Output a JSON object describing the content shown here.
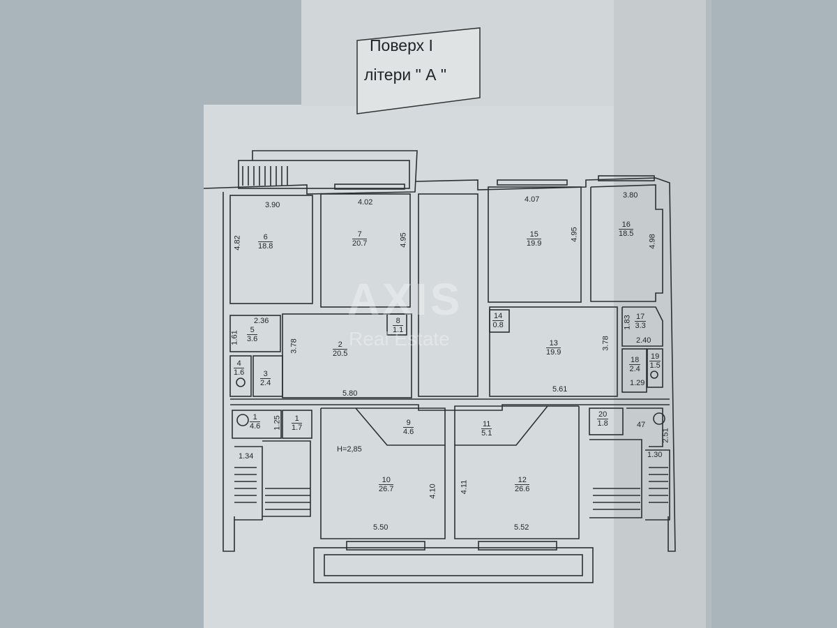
{
  "title": {
    "line1": "Поверх   I",
    "line2": "літери \" А  \""
  },
  "watermark": {
    "brand": "AXIS",
    "sub": "Real Estate"
  },
  "ceiling_height": "H=2,85",
  "rooms": [
    {
      "number": "6",
      "area": "18.8"
    },
    {
      "number": "7",
      "area": "20.7"
    },
    {
      "number": "15",
      "area": "19.9"
    },
    {
      "number": "16",
      "area": "18.5"
    },
    {
      "number": "5",
      "area": "3.6"
    },
    {
      "number": "2",
      "area": "20.5"
    },
    {
      "number": "8",
      "area": "1.1"
    },
    {
      "number": "14",
      "area": "0.8"
    },
    {
      "number": "13",
      "area": "19.9"
    },
    {
      "number": "17",
      "area": "3.3"
    },
    {
      "number": "4",
      "area": "1.6"
    },
    {
      "number": "3",
      "area": "2.4"
    },
    {
      "number": "18",
      "area": "2.4"
    },
    {
      "number": "19",
      "area": "1.5"
    },
    {
      "number": "1",
      "area": "4.6"
    },
    {
      "number": "1",
      "area": "1.7"
    },
    {
      "number": "9",
      "area": "4.6"
    },
    {
      "number": "11",
      "area": "5.1"
    },
    {
      "number": "20",
      "area": "1.8"
    },
    {
      "number": "10",
      "area": "26.7"
    },
    {
      "number": "12",
      "area": "26.6"
    }
  ],
  "dimensions": [
    "3.90",
    "4.02",
    "4.07",
    "3.80",
    "4.82",
    "4.95",
    "4.95",
    "4.98",
    "2.36",
    "1.61",
    "3.78",
    "3.78",
    "1.83",
    "2.40",
    "5.80",
    "5.61",
    "1.29",
    "1.25",
    "1.34",
    "2.51",
    "1.30",
    "4.10",
    "4.11",
    "5.50",
    "5.52",
    "47"
  ],
  "colors": {
    "background": "#a9b5ba",
    "paper": "#d5dadc",
    "ink": "#2b2f33"
  }
}
